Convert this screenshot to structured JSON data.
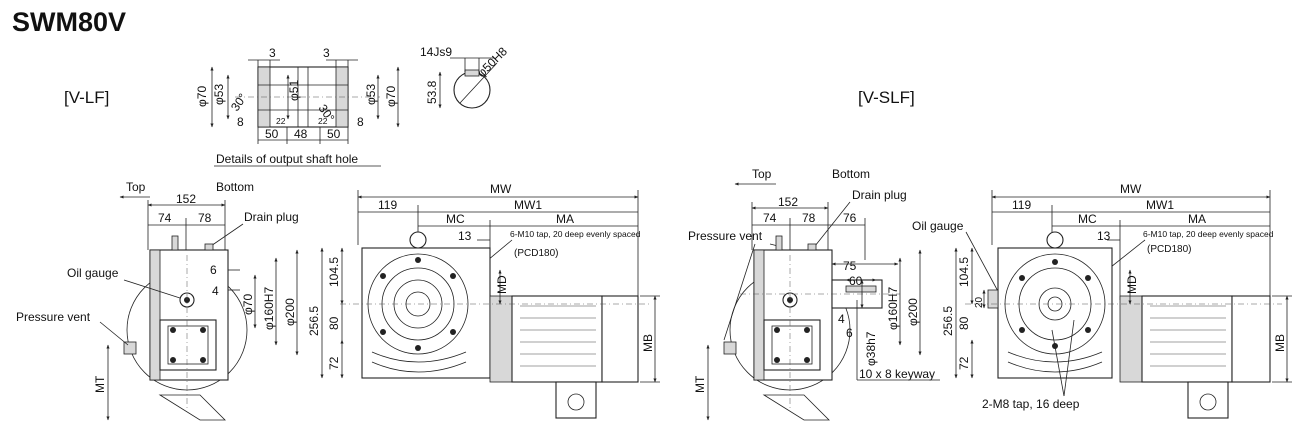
{
  "title": "SWM80V",
  "views": {
    "left": "[V-LF]",
    "right": "[V-SLF]"
  },
  "detail": {
    "caption": "Details of output shaft hole",
    "dims": {
      "d3a": "3",
      "d3b": "3",
      "phi70l": "φ70",
      "phi53l": "φ53",
      "ang30l": "30°",
      "phi51": "φ51",
      "ang30r": "30°",
      "phi53r": "φ53",
      "phi70r": "φ70",
      "d8l": "8",
      "d22l": "22",
      "d50l": "50",
      "d48": "48",
      "d22r": "22",
      "d50r": "50",
      "d8r": "8",
      "key": "14Js9",
      "hole": "φ50H8",
      "h538": "53.8"
    }
  },
  "lf": {
    "top": "Top",
    "bottom": "Bottom",
    "d152": "152",
    "d74": "74",
    "d78": "78",
    "drain": "Drain plug",
    "oil": "Oil gauge",
    "vent": "Pressure vent",
    "d6": "6",
    "d4": "4",
    "phi70": "φ70",
    "phi160": "φ160H7",
    "phi200": "φ200",
    "mt": "MT"
  },
  "lf_side": {
    "mw": "MW",
    "mw1": "MW1",
    "d119": "119",
    "mc": "MC",
    "ma": "MA",
    "d13": "13",
    "tap": "6-M10 tap, 20 deep evenly spaced",
    "pcd": "(PCD180)",
    "d1045": "104.5",
    "d2565": "256.5",
    "d80": "80",
    "d72": "72",
    "md": "MD",
    "mb": "MB"
  },
  "slf": {
    "top": "Top",
    "bottom": "Bottom",
    "drain": "Drain plug",
    "vent": "Pressure vent",
    "d152": "152",
    "d74": "74",
    "d78": "78",
    "d76": "76",
    "d75": "75",
    "d60": "60",
    "d4": "4",
    "d6": "6",
    "phi38": "φ38h7",
    "phi160": "φ160H7",
    "phi200": "φ200",
    "keyway": "10 x 8 keyway",
    "mt": "MT"
  },
  "slf_side": {
    "mw": "MW",
    "mw1": "MW1",
    "d119": "119",
    "mc": "MC",
    "ma": "MA",
    "d13": "13",
    "oil": "Oil gauge",
    "tap": "6-M10 tap, 20 deep evenly spaced",
    "pcd": "(PCD180)",
    "d1045": "104.5",
    "d20": "20",
    "d2565": "256.5",
    "d80": "80",
    "d72": "72",
    "md": "MD",
    "mb": "MB",
    "m8": "2-M8 tap, 16 deep"
  }
}
